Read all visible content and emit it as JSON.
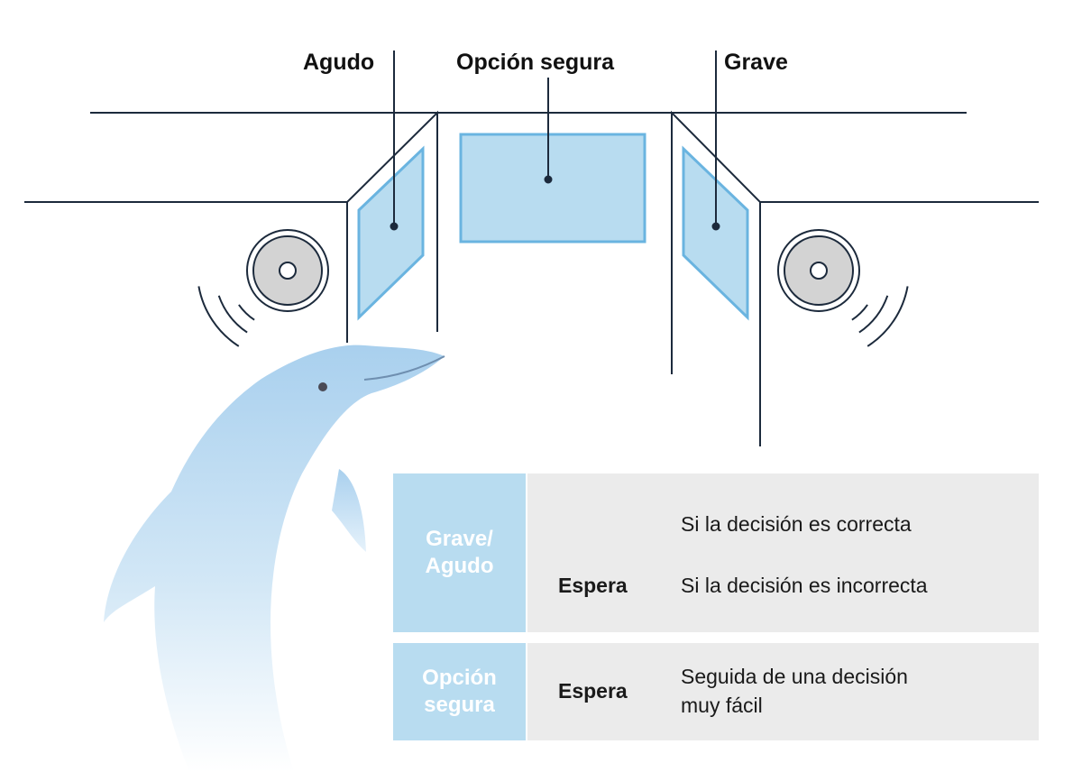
{
  "labels": {
    "high": "Agudo",
    "safe": "Opción segura",
    "low": "Grave"
  },
  "table": {
    "row1": {
      "side": "Grave/\nAgudo",
      "fish_icon": "fish-icon",
      "correct": "Si la decisión es correcta",
      "wait": "Espera",
      "incorrect": "Si la decisión es incorrecta"
    },
    "row2": {
      "side": "Opción\nsegura",
      "wait": "Espera",
      "note": "Seguida de una decisión\nmuy fácil"
    }
  },
  "colors": {
    "panel": "#b8dcf0",
    "panel_stroke": "#6ab4e0",
    "line": "#1c2a3c",
    "dolphin": "#a9d0ee",
    "speaker": "#d3d3d3",
    "fish": "#8f8f9c",
    "table_side": "#b8dcf0",
    "table_body": "#ebebeb"
  }
}
